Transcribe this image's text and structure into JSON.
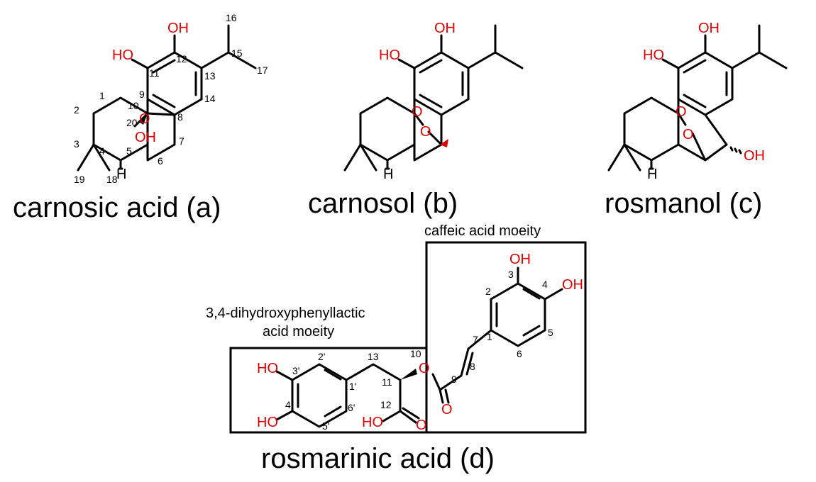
{
  "molecules": {
    "a": {
      "name": "carnosic acid (a)",
      "atoms": {
        "oh_top": "OH",
        "ho_left": "HO",
        "carbonyl_o": "O",
        "acid_oh": "OH",
        "h5": "H"
      },
      "numbers": {
        "n1": "1",
        "n2": "2",
        "n3": "3",
        "n4": "4",
        "n5": "5",
        "n6": "6",
        "n7": "7",
        "n8": "8",
        "n9": "9",
        "n10": "10",
        "n11": "11",
        "n12": "12",
        "n13": "13",
        "n14": "14",
        "n15": "15",
        "n16": "16",
        "n17": "17",
        "n18": "18",
        "n19": "19",
        "n20": "20"
      }
    },
    "b": {
      "name": "carnosol (b)",
      "atoms": {
        "oh_top": "OH",
        "ho_left": "HO",
        "carbonyl_o": "O",
        "ring_o": "O",
        "h5": "H"
      }
    },
    "c": {
      "name": "rosmanol (c)",
      "atoms": {
        "oh_top": "OH",
        "ho_left": "HO",
        "carbonyl_o": "O",
        "ring_o": "O",
        "oh7": "OH",
        "h5": "H"
      }
    },
    "d": {
      "name": "rosmarinic acid (d)",
      "caffeic_label": "caffeic acid moeity",
      "lactic_label_line1": "3,4-dihydroxyphenyllactic",
      "lactic_label_line2": "acid moeity",
      "atoms": {
        "oh3": "OH",
        "oh4": "OH",
        "ho3p": "HO",
        "ho4p": "HO",
        "o10": "O",
        "o9": "O",
        "acid_ho": "HO",
        "acid_o": "O"
      },
      "numbers": {
        "c1": "1",
        "c2": "2",
        "c3": "3",
        "c4": "4",
        "c5": "5",
        "c6": "6",
        "c7": "7",
        "c8": "8",
        "c9": "9",
        "c10": "10",
        "c11": "11",
        "c12": "12",
        "c13": "13",
        "p1": "1'",
        "p2": "2'",
        "p3": "3'",
        "p4": "4'",
        "p5": "5'",
        "p6": "6'"
      }
    }
  }
}
